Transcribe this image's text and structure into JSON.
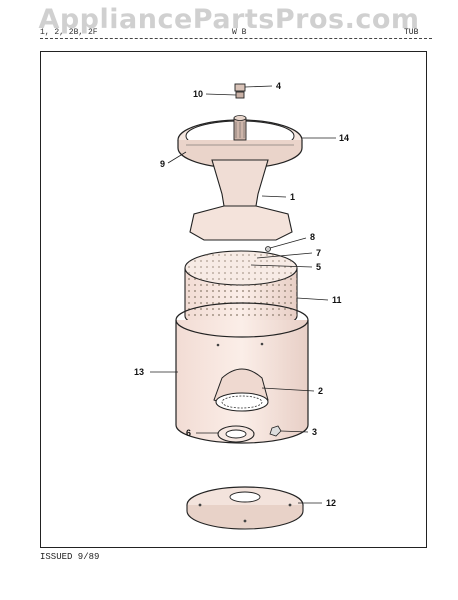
{
  "watermark": "AppliancePartsPros.com",
  "header": {
    "left": "1, 2, 2B, 2F",
    "model": "W B",
    "section": "TUB"
  },
  "footer": {
    "issued": "ISSUED 9/89"
  },
  "callouts": {
    "c1": "1",
    "c2": "2",
    "c3": "3",
    "c4": "4",
    "c5": "5",
    "c6": "6",
    "c7": "7",
    "c8": "8",
    "c9": "9",
    "c10": "10",
    "c11": "11",
    "c12": "12",
    "c13": "13",
    "c14": "14"
  }
}
